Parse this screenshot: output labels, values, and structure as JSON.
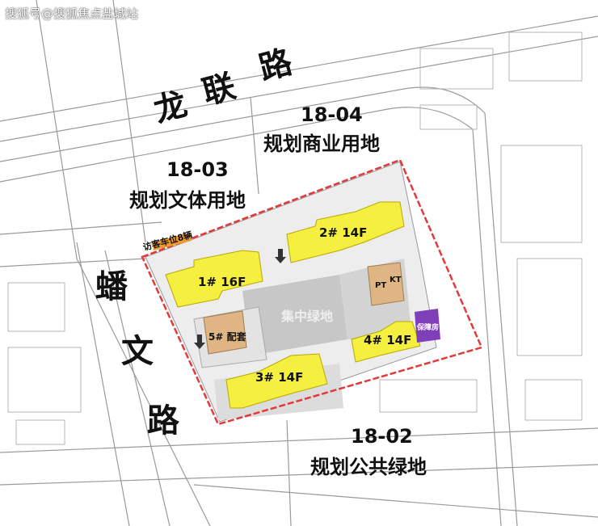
{
  "watermark": "搜狐号@搜狐焦点盐城站",
  "roads": {
    "north": [
      "龙",
      "联",
      "路"
    ],
    "west": [
      "蟠",
      "文",
      "路"
    ]
  },
  "plots": {
    "p1804": {
      "code": "18-04",
      "use": "规划商业用地"
    },
    "p1803": {
      "code": "18-03",
      "use": "规划文体用地"
    },
    "p1802": {
      "code": "18-02",
      "use": "规划公共绿地"
    }
  },
  "site": {
    "green": "集中绿地",
    "visitor_parking": "访客车位8辆",
    "buildings": [
      {
        "id": "b1",
        "label": "1#  16F"
      },
      {
        "id": "b2",
        "label": "2#  14F"
      },
      {
        "id": "b3",
        "label": "3#  14F"
      },
      {
        "id": "b4",
        "label": "4#  14F"
      },
      {
        "id": "b5",
        "label": "5# 配套"
      }
    ],
    "pt": "PT",
    "kt": "KT",
    "substation": "保障房"
  },
  "colors": {
    "residential": "#f5ef3f",
    "facility": "#dfb584",
    "purple": "#7e3fb8",
    "redline": "#e23a3a",
    "orange": "#f39a2c"
  }
}
